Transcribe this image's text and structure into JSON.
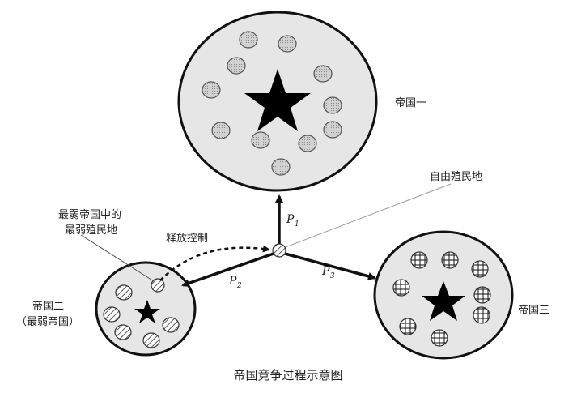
{
  "labels": {
    "empire1": "帝国一",
    "empire2_line1": "帝国二",
    "empire2_line2": "（最弱帝国）",
    "empire3": "帝国三",
    "free_colony": "自由殖民地",
    "weakest_colony_line1": "最弱帝国中的",
    "weakest_colony_line2": "最弱殖民地",
    "release_control": "释放控制",
    "p1": "P",
    "p1_sub": "1",
    "p2": "P",
    "p2_sub": "2",
    "p3": "P",
    "p3_sub": "3"
  },
  "caption": "帝国竞争过程示意图",
  "colors": {
    "empire_fill": "#e6e6e6",
    "outline": "#111111",
    "colony_gray": "#c8c8c8",
    "star": "#000000",
    "pointer_line": "#999999"
  }
}
